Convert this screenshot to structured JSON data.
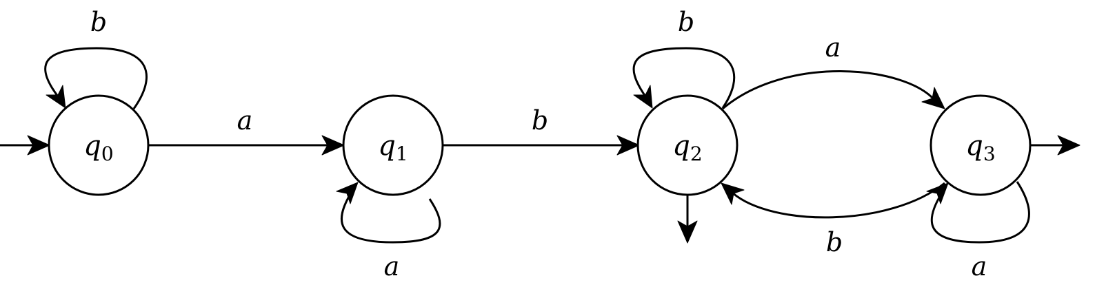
{
  "states": [
    {
      "name": "q",
      "sub": "0"
    },
    {
      "name": "q",
      "sub": "1"
    },
    {
      "name": "q",
      "sub": "2"
    },
    {
      "name": "q",
      "sub": "3"
    }
  ],
  "edges": {
    "q0_loop": "b",
    "q0_q1": "a",
    "q1_loop": "a",
    "q1_q2": "b",
    "q2_loop": "b",
    "q2_q3": "a",
    "q3_q2": "b",
    "q3_loop": "a"
  },
  "colors": {
    "stroke": "#000000",
    "background": "#ffffff"
  }
}
